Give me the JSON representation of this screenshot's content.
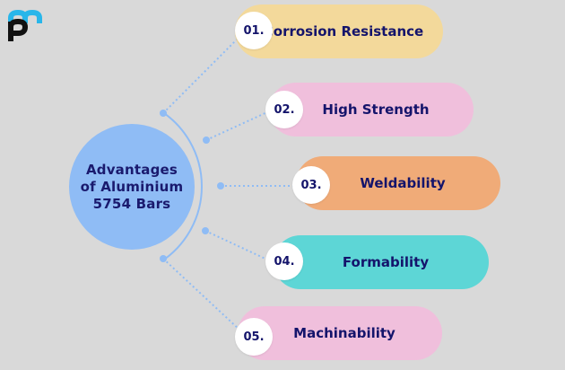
{
  "colors": {
    "background": "#d9d9d9",
    "center_circle": "#8fbcf5",
    "connector": "#8fbcf5",
    "text": "#14146b",
    "logo_blue": "#29b6ea",
    "logo_black": "#111111"
  },
  "logo": {
    "name": "brand-logo"
  },
  "center": {
    "title": "Advantages\nof Aluminium\n5754 Bars"
  },
  "advantages": [
    {
      "number": "01.",
      "label": "Corrosion Resistance",
      "color": "#f3d99b"
    },
    {
      "number": "02.",
      "label": "High Strength",
      "color": "#f0bfdc"
    },
    {
      "number": "03.",
      "label": "Weldability",
      "color": "#f0ab78"
    },
    {
      "number": "04.",
      "label": "Formability",
      "color": "#5dd6d6"
    },
    {
      "number": "05.",
      "label": "Machinability",
      "color": "#f0bfdc"
    }
  ]
}
